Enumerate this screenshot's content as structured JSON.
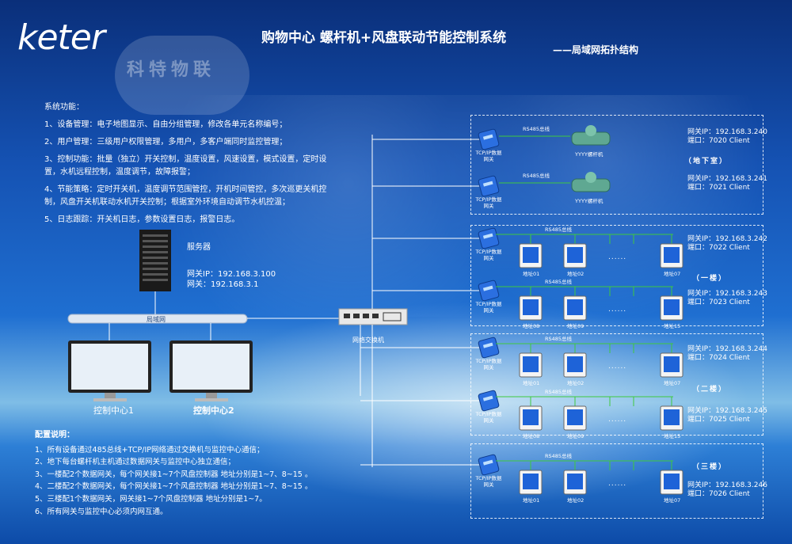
{
  "logo": "keter",
  "watermark": "科特物联",
  "title": "购物中心 螺杆机+风盘联动节能控制系统",
  "subtitle": "——局域网拓扑结构",
  "features": {
    "heading": "系统功能：",
    "items": [
      "1、设备管理：电子地图显示、自由分组管理，修改各单元名称编号；",
      "2、用户管理：三级用户权限管理，多用户，多客户端同时监控管理；",
      "3、控制功能：批量（独立）开关控制，温度设置，风速设置，模式设置，定时设置，水机远程控制，温度调节，故障报警；",
      "4、节能策略：定时开关机，温度调节范围管控，开机时间管控，多次巡更关机控制，风盘开关机联动水机开关控制；根据室外环境自动调节水机控温；",
      "5、日志跟踪：开关机日志，参数设置日志，报警日志。"
    ]
  },
  "server": {
    "label": "服务器",
    "gateway_ip": "网关IP：192.168.3.100",
    "gateway": "网关：192.168.3.1"
  },
  "lan_label": "局域网",
  "switch_label": "网络交换机",
  "control_centers": [
    "控制中心1",
    "控制中心2"
  ],
  "config": {
    "heading": "配置说明：",
    "items": [
      "1、所有设备通过485总线+TCP/IP网络通过交换机与监控中心通信；",
      "2、地下每台螺杆机主机通过数据网关与监控中心独立通信；",
      "3、一楼配2个数据网关，每个网关接1~7个风盘控制器 地址分别是1~7、8~15 。",
      "4、二楼配2个数据网关，每个网关接1~7个风盘控制器 地址分别是1~7、8~15 。",
      "5、三楼配1个数据网关，网关接1~7个风盘控制器 地址分别是1~7。",
      "6、所有网关与监控中心必须内网互通。"
    ]
  },
  "common": {
    "gateway_label": "TCP/IP数据网关",
    "rs485": "RS485总线",
    "chiller": "YYYY螺杆机",
    "dots": "......"
  },
  "floors": {
    "basement": "（地下室）",
    "f1": "（一楼）",
    "f2": "（二楼）",
    "f3": "（三楼）"
  },
  "gateways": [
    {
      "ip": "网关IP：192.168.3.240",
      "port": "端口：7020 Client"
    },
    {
      "ip": "网关IP：192.168.3.241",
      "port": "端口：7021 Client"
    },
    {
      "ip": "网关IP：192.168.3.242",
      "port": "端口：7022 Client"
    },
    {
      "ip": "网关IP：192.168.3.243",
      "port": "端口：7023 Client"
    },
    {
      "ip": "网关IP：192.168.3.244",
      "port": "端口：7024 Client"
    },
    {
      "ip": "网关IP：192.168.3.245",
      "port": "端口：7025 Client"
    },
    {
      "ip": "网关IP：192.168.3.246",
      "port": "端口：7026 Client"
    }
  ],
  "addresses": {
    "a": [
      "地址01",
      "地址02",
      "地址07"
    ],
    "b": [
      "地址08",
      "地址09",
      "地址15"
    ]
  },
  "colors": {
    "bus_line": "#3ec93e",
    "link_line": "#ffffff",
    "gateway_device": "#2b6fe0"
  }
}
